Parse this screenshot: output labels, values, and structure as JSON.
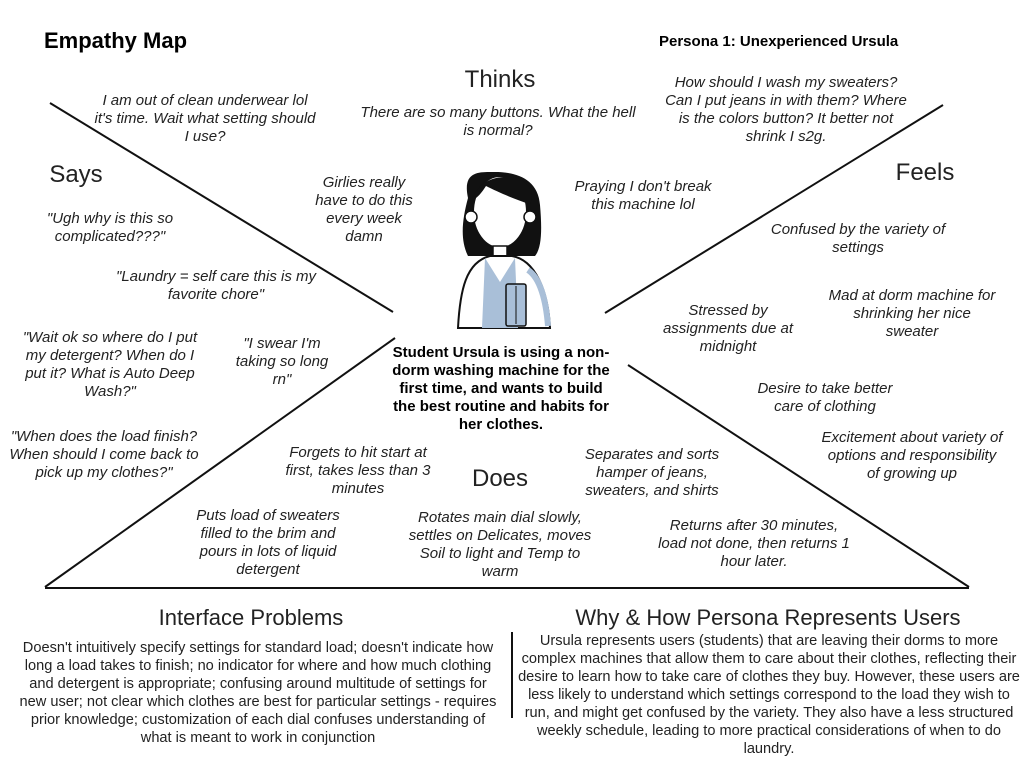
{
  "header": {
    "title": "Empathy Map",
    "persona": "Persona 1: Unexperienced Ursula"
  },
  "quadrants": {
    "thinks": {
      "heading": "Thinks",
      "notes": [
        "There are so many buttons. What the hell is normal?",
        "How should I wash my sweaters? Can I put jeans in with them? Where is the colors button? It better not shrink I s2g.",
        "Praying I don't break this machine lol",
        "Girlies really have to do this every week damn"
      ]
    },
    "says": {
      "heading": "Says",
      "notes": [
        "I am out of clean underwear lol it's time. Wait what setting should I use?",
        "\"Ugh why is this so complicated???\"",
        "\"Laundry = self care this is my favorite chore\"",
        "\"Wait ok so where do I put my detergent? When do I put it? What is Auto Deep Wash?\"",
        "\"I swear I'm taking so long rn\"",
        "\"When does the load finish? When should I come back to pick up my clothes?\""
      ]
    },
    "feels": {
      "heading": "Feels",
      "notes": [
        "Confused by the variety of settings",
        "Stressed by assignments due at midnight",
        "Mad at dorm machine for shrinking her nice sweater",
        "Desire to take better care of clothing",
        "Excitement about variety of options and responsibility of growing up"
      ]
    },
    "does": {
      "heading": "Does",
      "notes": [
        "Forgets to hit start at first, takes less than 3 minutes",
        "Separates and sorts hamper of jeans, sweaters, and shirts",
        "Puts load of sweaters filled to the brim and pours in lots of liquid detergent",
        "Rotates main dial slowly, settles on Delicates, moves Soil to light and Temp to warm",
        "Returns after 30 minutes, load not done, then returns 1 hour later."
      ]
    }
  },
  "center_text": "Student Ursula is using a non-dorm washing machine for the first time, and wants to build the best routine and habits for her clothes.",
  "colors": {
    "lines": "#111111",
    "hair": "#111111",
    "shirt": "#a9bfd8"
  },
  "interface_problems": {
    "heading": "Interface Problems",
    "body": "Doesn't intuitively specify settings for standard load; doesn't indicate how long a load takes to finish; no indicator for where and how much clothing and detergent is appropriate; confusing around multitude of settings for new user; not clear which clothes are best for particular settings - requires prior knowledge; customization of each dial confuses understanding of what is meant to work in conjunction"
  },
  "why_how": {
    "heading": "Why & How Persona Represents Users",
    "body": "Ursula represents users (students) that are leaving their dorms to more complex machines that allow them to care about their clothes, reflecting their desire to learn how to take care of clothes they buy. However, these users are less likely to understand which settings correspond to the load they wish to run, and might get confused by the variety. They also have a less structured weekly schedule, leading to more practical considerations of when to do laundry."
  }
}
